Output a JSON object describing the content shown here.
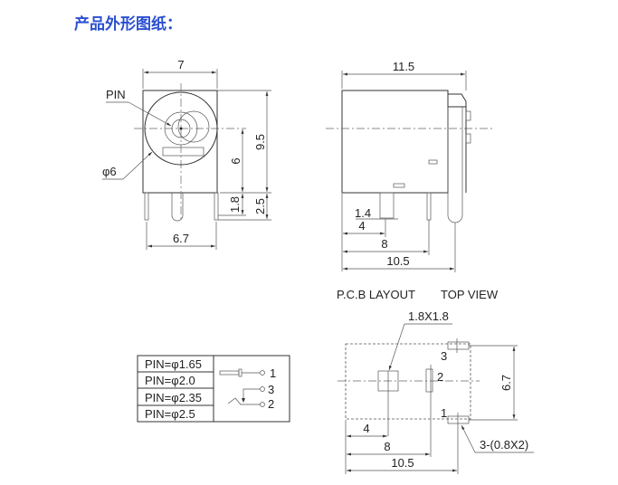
{
  "title": "产品外形图纸：",
  "front_view": {
    "width": "7",
    "pin_label": "PIN",
    "diameter": "φ6",
    "height": "9.5",
    "center_height": "6",
    "pin_depth": "1.8",
    "pin_length": "2.5",
    "pin_span": "6.7"
  },
  "side_view": {
    "length": "11.5",
    "pin_width": "1.4",
    "dim_4": "4",
    "dim_8": "8",
    "dim_10_5": "10.5"
  },
  "pcb": {
    "heading_left": "P.C.B LAYOUT",
    "heading_right": "TOP VIEW",
    "square_pad": "1.8X1.8",
    "slot_pads": "3-(0.8X2)",
    "pin_spacing": "6.7",
    "dim_4": "4",
    "dim_8": "8",
    "dim_10_5": "10.5",
    "pin_labels": [
      "1",
      "2",
      "3"
    ]
  },
  "pin_table": {
    "rows": [
      "PIN=φ1.65",
      "PIN=φ2.0",
      "PIN=φ2.35",
      "PIN=φ2.5"
    ],
    "terminals": [
      "1",
      "3",
      "2"
    ]
  }
}
